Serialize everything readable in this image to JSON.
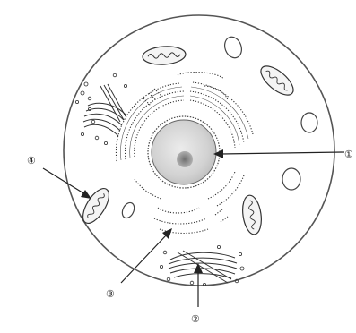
{
  "figure": {
    "type": "animal-cell-diagram",
    "organelles_drawn": [
      "nucleus",
      "nucleolus",
      "rough-endoplasmic-reticulum",
      "golgi-apparatus",
      "mitochondria",
      "vesicles",
      "lysosomes"
    ],
    "callouts": [
      {
        "id": "callout-1",
        "number": "①",
        "target": "nucleus"
      },
      {
        "id": "callout-2",
        "number": "②",
        "target": "golgi-apparatus-lower"
      },
      {
        "id": "callout-3",
        "number": "③",
        "target": "rough-endoplasmic-reticulum"
      },
      {
        "id": "callout-4",
        "number": "④",
        "target": "mitochondrion-left"
      }
    ]
  },
  "colors": {
    "membrane": "#555555",
    "nucleus_fill": "#d4d4d4",
    "nucleolus": "#8a8a8a",
    "stroke": "#333333",
    "background": "#ffffff"
  }
}
